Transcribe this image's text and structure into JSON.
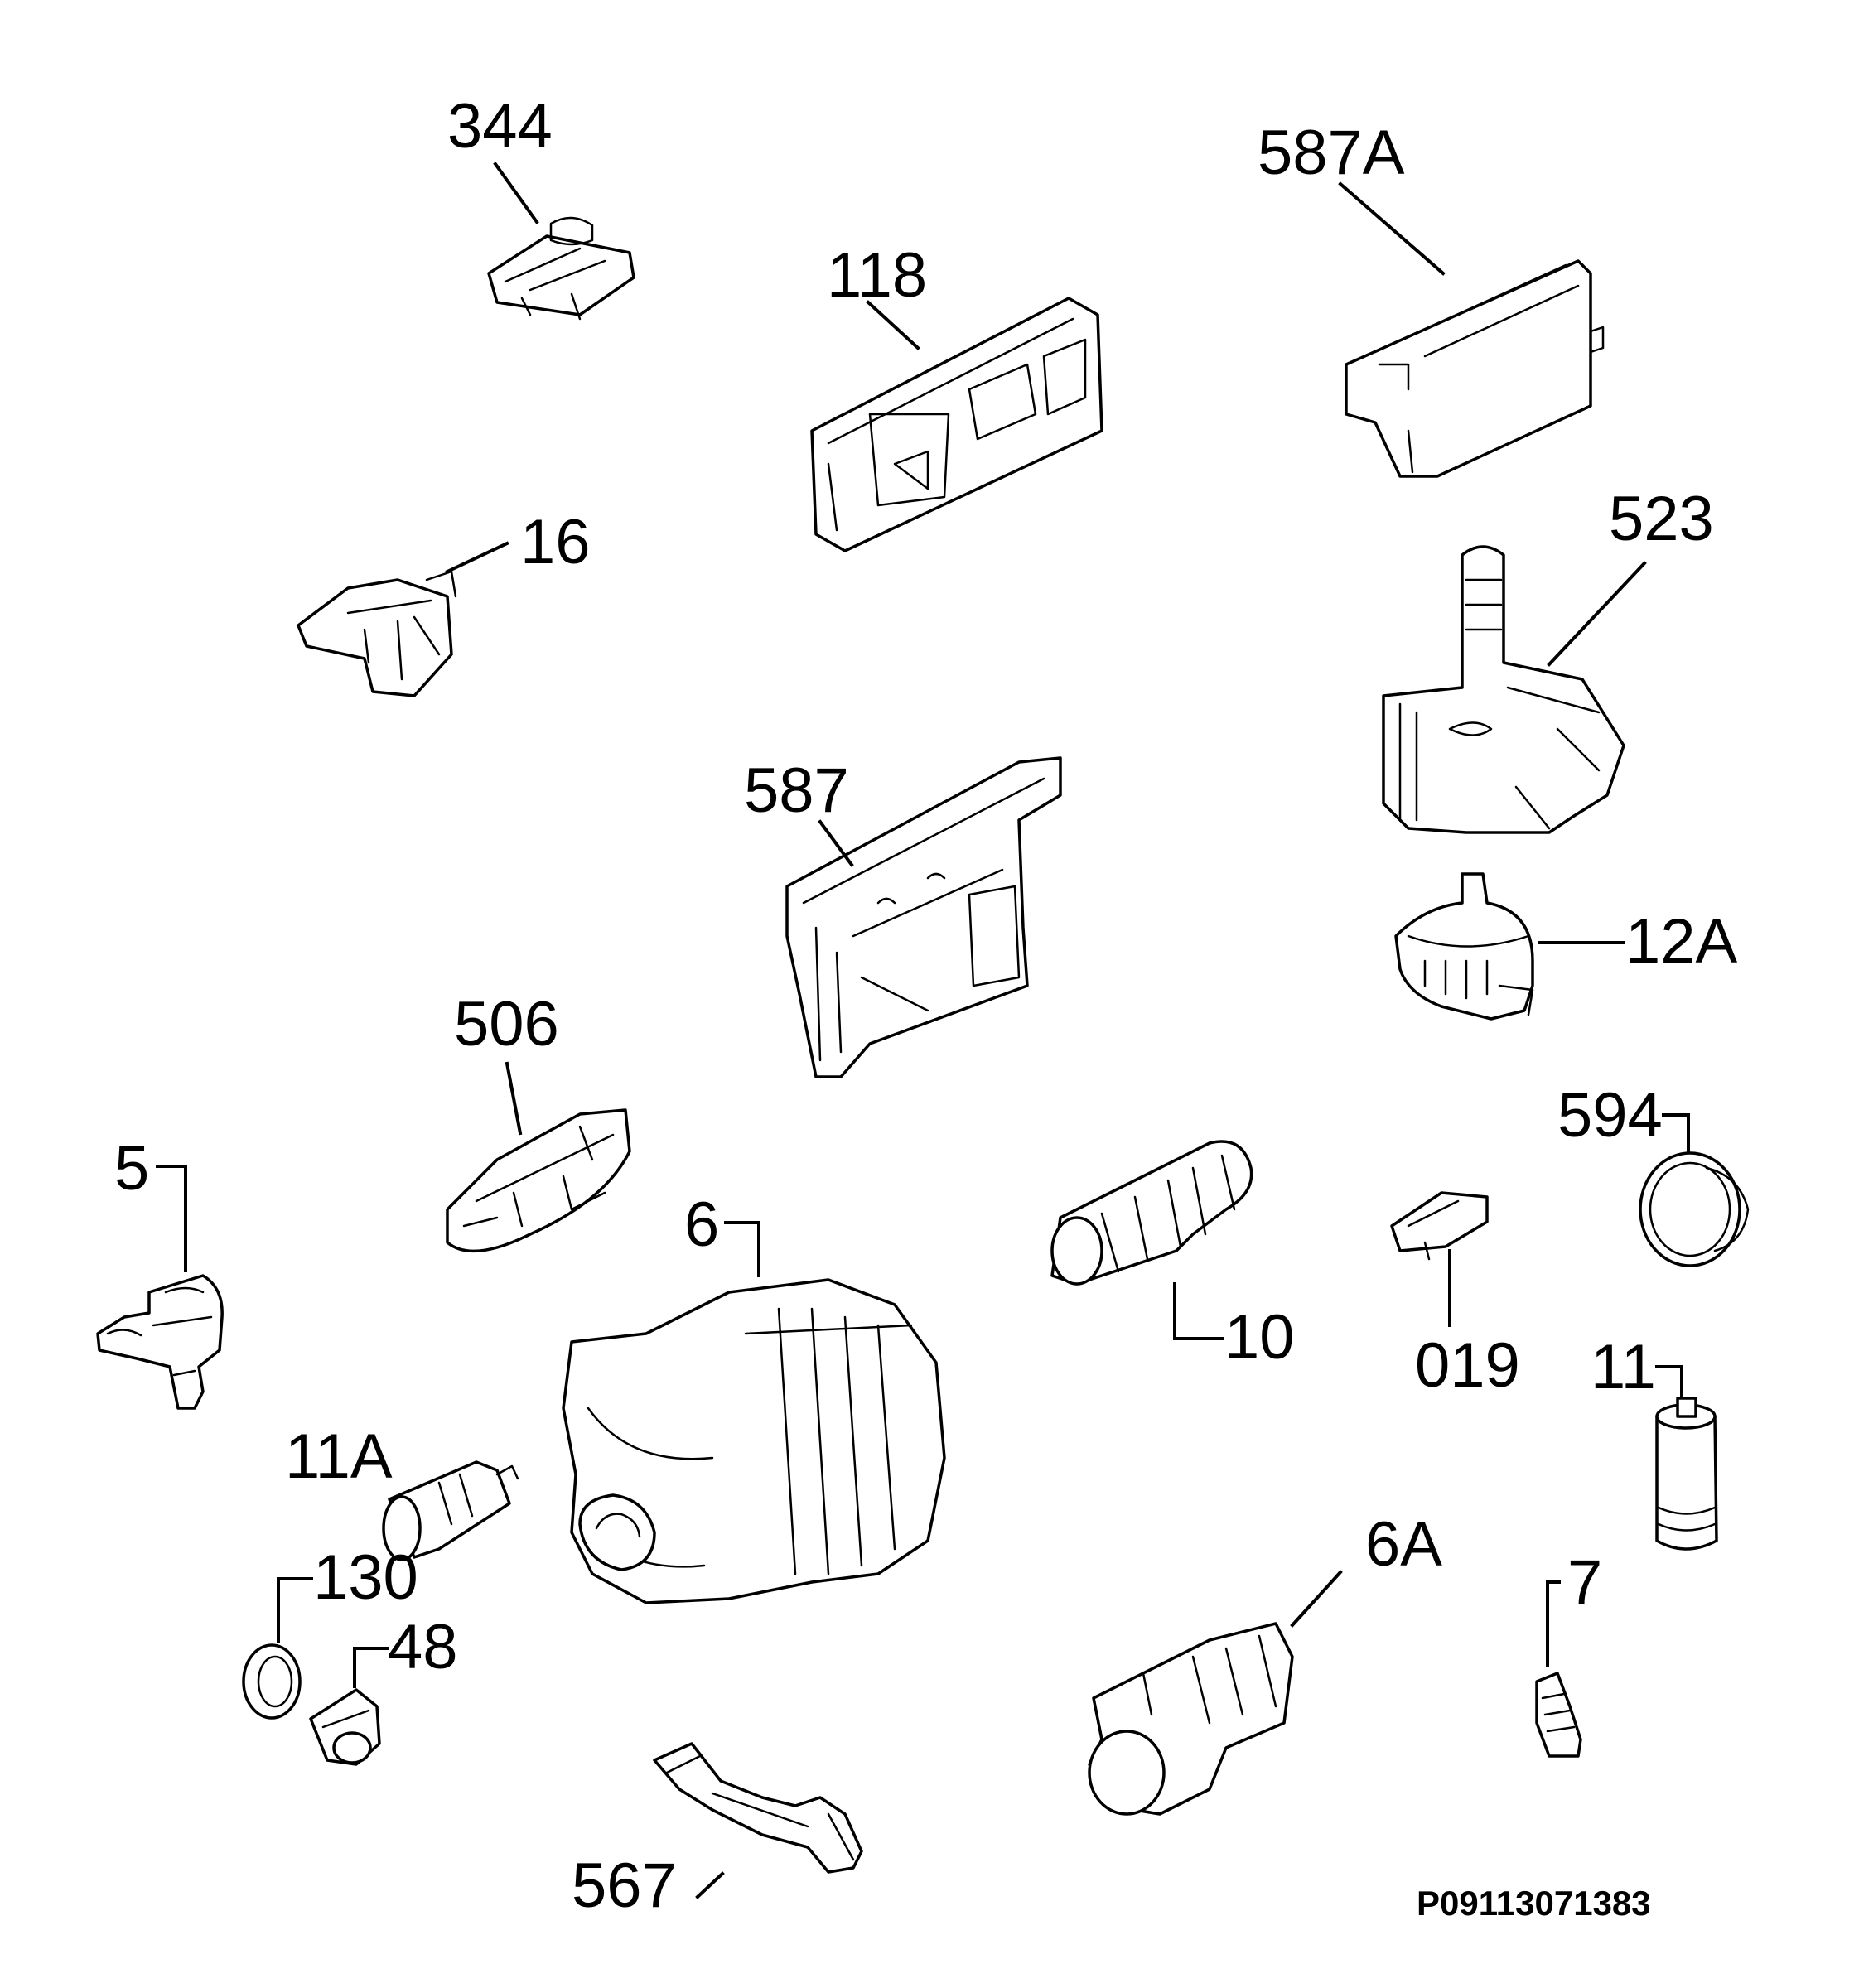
{
  "diagram": {
    "drawing_code": "P09113071383",
    "parts": [
      {
        "id": "344",
        "label": "344"
      },
      {
        "id": "118",
        "label": "118"
      },
      {
        "id": "587A",
        "label": "587A"
      },
      {
        "id": "16",
        "label": "16"
      },
      {
        "id": "523",
        "label": "523"
      },
      {
        "id": "587",
        "label": "587"
      },
      {
        "id": "12A",
        "label": "12A"
      },
      {
        "id": "506",
        "label": "506"
      },
      {
        "id": "5",
        "label": "5"
      },
      {
        "id": "6",
        "label": "6"
      },
      {
        "id": "10",
        "label": "10"
      },
      {
        "id": "594",
        "label": "594"
      },
      {
        "id": "019",
        "label": "019"
      },
      {
        "id": "11",
        "label": "11"
      },
      {
        "id": "11A",
        "label": "11A"
      },
      {
        "id": "130",
        "label": "130"
      },
      {
        "id": "48",
        "label": "48"
      },
      {
        "id": "6A",
        "label": "6A"
      },
      {
        "id": "7",
        "label": "7"
      },
      {
        "id": "567",
        "label": "567"
      }
    ]
  }
}
